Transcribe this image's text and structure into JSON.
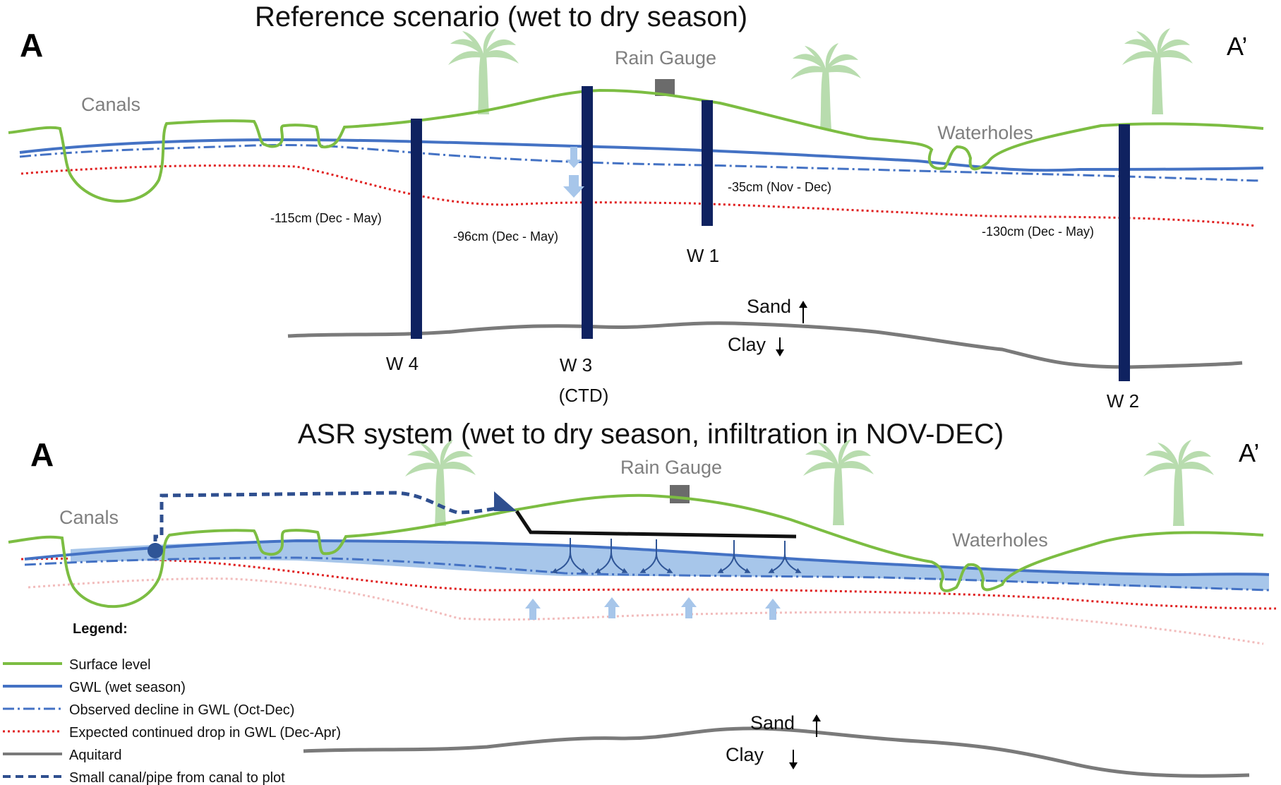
{
  "colors": {
    "surface": "#7cbd42",
    "gwl_wet": "#4472c4",
    "gwl_decline": "#4472c4",
    "expected_drop": "#e02020",
    "aquitard": "#7a7a7a",
    "pipe": "#2f4f8f",
    "well": "#0f2260",
    "infiltration_fill": "#a7c6ea",
    "palm": "#b8dcae",
    "gauge": "#6b6b6b",
    "old_drop": "#f2bcbc"
  },
  "icons": [
    "palm-tree-icon",
    "rain-gauge-icon",
    "arrow-up-icon",
    "arrow-down-icon",
    "pipe-arrowhead-icon",
    "pipe-junction-icon"
  ],
  "reference": {
    "title": "Reference scenario (wet to dry season)",
    "corner_left": "A",
    "corner_right": "A’",
    "rain_gauge": "Rain Gauge",
    "canals": "Canals",
    "waterholes": "Waterholes",
    "sand": "Sand",
    "clay": "Clay",
    "wells": [
      {
        "name": "W 4",
        "sub": "",
        "depth": "-115cm (Dec - May)"
      },
      {
        "name": "W 3",
        "sub": "(CTD)",
        "depth": "-96cm (Dec - May)"
      },
      {
        "name": "W 1",
        "sub": "",
        "depth": "-35cm (Nov - Dec)"
      },
      {
        "name": "W 2",
        "sub": "",
        "depth": "-130cm (Dec - May)"
      }
    ]
  },
  "asr": {
    "title": "ASR system (wet to dry season, infiltration in NOV-DEC)",
    "corner_left": "A",
    "corner_right": "A’",
    "rain_gauge": "Rain Gauge",
    "canals": "Canals",
    "waterholes": "Waterholes",
    "sand": "Sand",
    "clay": "Clay"
  },
  "legend": {
    "title": "Legend:",
    "items": [
      {
        "label": "Surface level",
        "style": "surface"
      },
      {
        "label": "GWL (wet season)",
        "style": "gwl_wet"
      },
      {
        "label": "Observed decline in GWL (Oct-Dec)",
        "style": "gwl_decline"
      },
      {
        "label": "Expected continued drop in GWL (Dec-Apr)",
        "style": "expected_drop"
      },
      {
        "label": "Aquitard",
        "style": "aquitard"
      },
      {
        "label": "Small canal/pipe from canal to plot",
        "style": "pipe"
      }
    ]
  }
}
